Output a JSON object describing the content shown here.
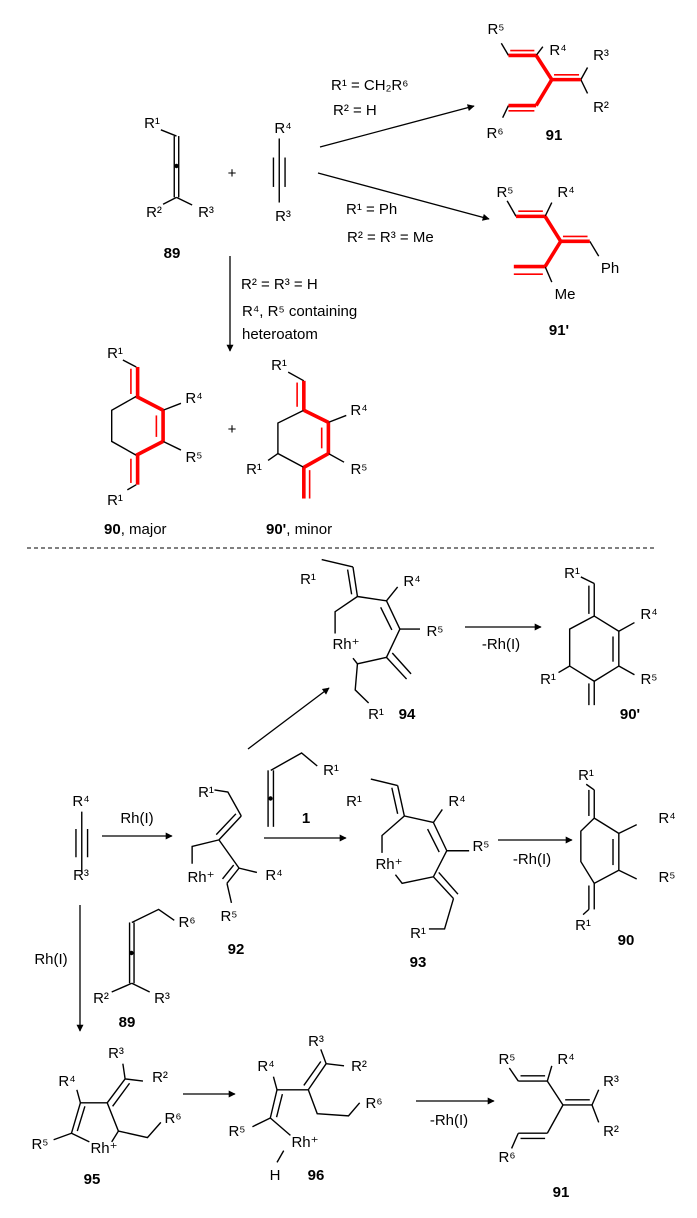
{
  "colors": {
    "highlight": "#ff0000",
    "ink": "#000000"
  },
  "top": {
    "allene_89": {
      "r1": "R¹",
      "r2": "R²",
      "r3": "R³",
      "label": "89"
    },
    "plus": "+",
    "alkyne": {
      "r4": "R⁴",
      "r3": "R³"
    },
    "cond_91": [
      "R¹ = CH₂R⁶",
      "R² = H"
    ],
    "cond_91p": [
      "R¹ = Ph",
      "R² = R³ = Me"
    ],
    "cond_90": [
      "R² = R³ = H",
      "R⁴, R⁵ containing",
      "heteroatom"
    ],
    "p91": {
      "r5": "R⁵",
      "r4": "R⁴",
      "r3": "R³",
      "r2": "R²",
      "r6": "R⁶",
      "label": "91"
    },
    "p91p": {
      "r5": "R⁵",
      "r4": "R⁴",
      "ph": "Ph",
      "me": "Me",
      "label": "91'"
    },
    "p90": {
      "r1a": "R¹",
      "r4": "R⁴",
      "r5": "R⁵",
      "r1b": "R¹",
      "label": "90",
      "note": ", major"
    },
    "p90p": {
      "r1a": "R¹",
      "r4": "R⁴",
      "r5": "R⁵",
      "r1b": "R¹",
      "label": "90'",
      "note": ", minor"
    }
  },
  "bottom": {
    "alkyne": {
      "r4": "R⁴",
      "r3": "R³"
    },
    "rh_label_1": "Rh(I)",
    "rh_label_2": "Rh(I)",
    "i92": {
      "r1": "R¹",
      "rh": "Rh⁺",
      "r4": "R⁴",
      "r5": "R⁵",
      "label": "92"
    },
    "allene_1": {
      "r1": "R¹",
      "label": "1"
    },
    "i93": {
      "r1a": "R¹",
      "r4": "R⁴",
      "r5": "R⁵",
      "rh": "Rh⁺",
      "r1b": "R¹",
      "label": "93"
    },
    "i94": {
      "r1a": "R¹",
      "r4": "R⁴",
      "r5": "R⁵",
      "rh": "Rh⁺",
      "r1b": "R¹",
      "label": "94"
    },
    "p90": {
      "r1a": "R¹",
      "r4": "R⁴",
      "r5": "R⁵",
      "r1b": "R¹",
      "label": "90"
    },
    "p90p": {
      "r1a": "R¹",
      "r4": "R⁴",
      "r5": "R⁵",
      "r1b": "R¹",
      "label": "90'"
    },
    "elim_1": "-Rh(I)",
    "elim_2": "-Rh(I)",
    "elim_3": "-Rh(I)",
    "allene_89": {
      "r6": "R⁶",
      "r2": "R²",
      "r3": "R³",
      "label": "89"
    },
    "i95": {
      "r4": "R⁴",
      "r3": "R³",
      "r2": "R²",
      "r6": "R⁶",
      "r5": "R⁵",
      "rh": "Rh⁺",
      "label": "95"
    },
    "i96": {
      "r4": "R⁴",
      "r3": "R³",
      "r2": "R²",
      "r6": "R⁶",
      "r5": "R⁵",
      "rh": "Rh⁺",
      "h": "H",
      "label": "96"
    },
    "p91": {
      "r5": "R⁵",
      "r4": "R⁴",
      "r3": "R³",
      "r2": "R²",
      "r6": "R⁶",
      "label": "91"
    }
  }
}
